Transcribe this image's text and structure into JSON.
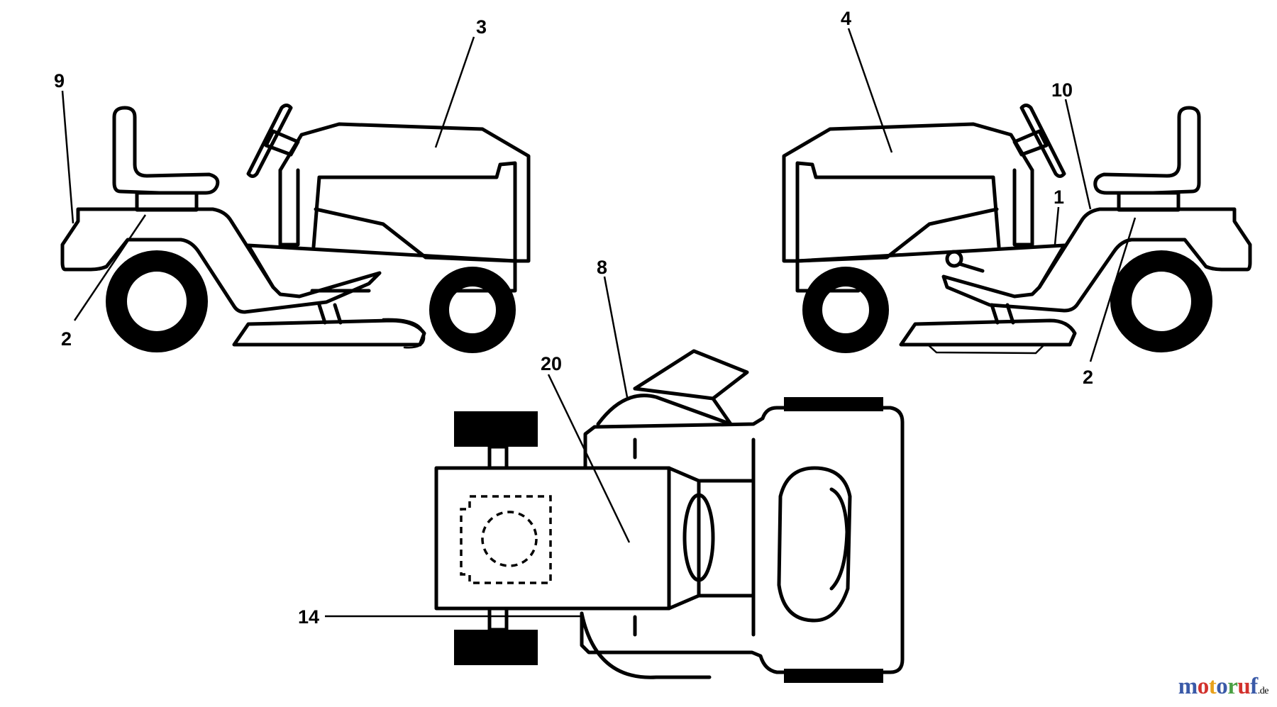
{
  "callouts": {
    "c9": "9",
    "c2_left": "2",
    "c3": "3",
    "c4": "4",
    "c10": "10",
    "c1": "1",
    "c2_right": "2",
    "c8": "8",
    "c20": "20",
    "c14": "14"
  },
  "watermark": {
    "letters": [
      "m",
      "o",
      "t",
      "o",
      "r",
      "u",
      "f"
    ],
    "letter_colors": [
      "#3a5aa8",
      "#d2322d",
      "#e8a11a",
      "#3a5aa8",
      "#4aa043",
      "#d2322d",
      "#3a5aa8"
    ],
    "suffix": ".de"
  }
}
